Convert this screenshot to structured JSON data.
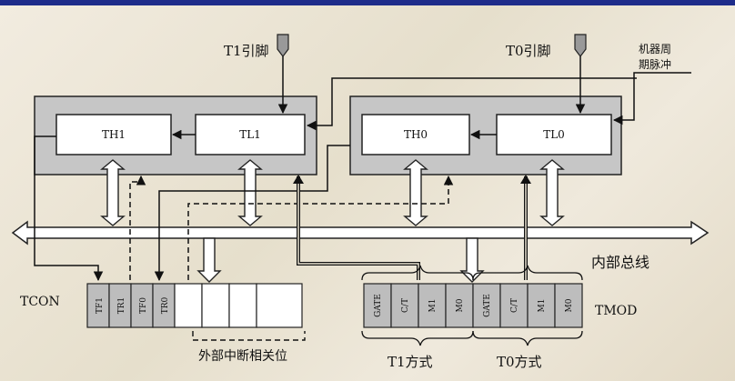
{
  "labels": {
    "t1_pin": "T1引脚",
    "t0_pin": "T0引脚",
    "machine_cycle_line1": "机器周",
    "machine_cycle_line2": "期脉冲",
    "internal_bus": "内部总线",
    "tcon": "TCON",
    "tmod": "TMOD",
    "ext_int_bits": "外部中断相关位",
    "t1_mode": "T1方式",
    "t0_mode": "T0方式"
  },
  "registers": {
    "th1": "TH1",
    "tl1": "TL1",
    "th0": "TH0",
    "tl0": "TL0"
  },
  "tcon_bits": [
    "TF1",
    "TR1",
    "TF0",
    "TR0",
    "",
    "",
    "",
    ""
  ],
  "tmod_bits": [
    "GATE",
    "C/T",
    "M1",
    "M0",
    "GATE",
    "C/T",
    "M1",
    "M0"
  ]
}
